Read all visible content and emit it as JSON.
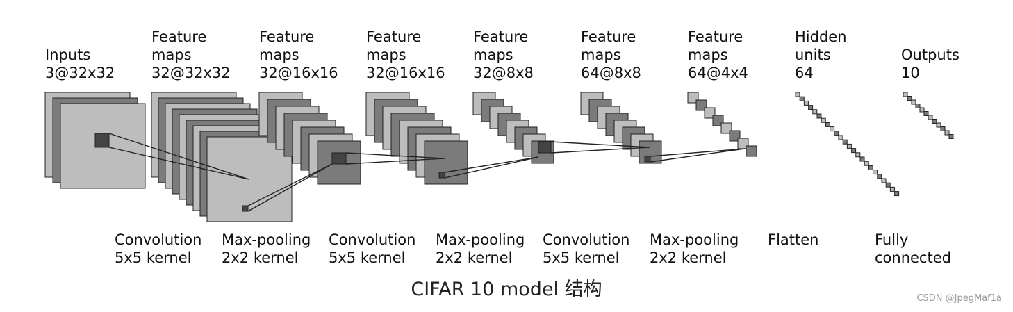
{
  "layers": [
    {
      "lines": [
        "Inputs",
        "3@32x32"
      ]
    },
    {
      "lines": [
        "Feature",
        "maps",
        "32@32x32"
      ]
    },
    {
      "lines": [
        "Feature",
        "maps",
        "32@16x16"
      ]
    },
    {
      "lines": [
        "Feature",
        "maps",
        "32@16x16"
      ]
    },
    {
      "lines": [
        "Feature",
        "maps",
        "32@8x8"
      ]
    },
    {
      "lines": [
        "Feature",
        "maps",
        "64@8x8"
      ]
    },
    {
      "lines": [
        "Feature",
        "maps",
        "64@4x4"
      ]
    },
    {
      "lines": [
        "Hidden",
        "units",
        "64"
      ]
    },
    {
      "lines": [
        "Outputs",
        "10"
      ]
    }
  ],
  "operations": [
    {
      "lines": [
        "Convolution",
        "5x5 kernel"
      ]
    },
    {
      "lines": [
        "Max-pooling",
        "2x2 kernel"
      ]
    },
    {
      "lines": [
        "Convolution",
        "5x5 kernel"
      ]
    },
    {
      "lines": [
        "Max-pooling",
        "2x2 kernel"
      ]
    },
    {
      "lines": [
        "Convolution",
        "5x5 kernel"
      ]
    },
    {
      "lines": [
        "Max-pooling",
        "2x2 kernel"
      ]
    },
    {
      "lines": [
        "Flatten"
      ]
    },
    {
      "lines": [
        "Fully",
        "connected"
      ]
    }
  ],
  "caption": "CIFAR 10 model 结构",
  "watermark": "CSDN @JpegMaf1a",
  "colors": {
    "light": "#bdbdbd",
    "dark": "#7b7b7b",
    "stroke": "#222222"
  }
}
